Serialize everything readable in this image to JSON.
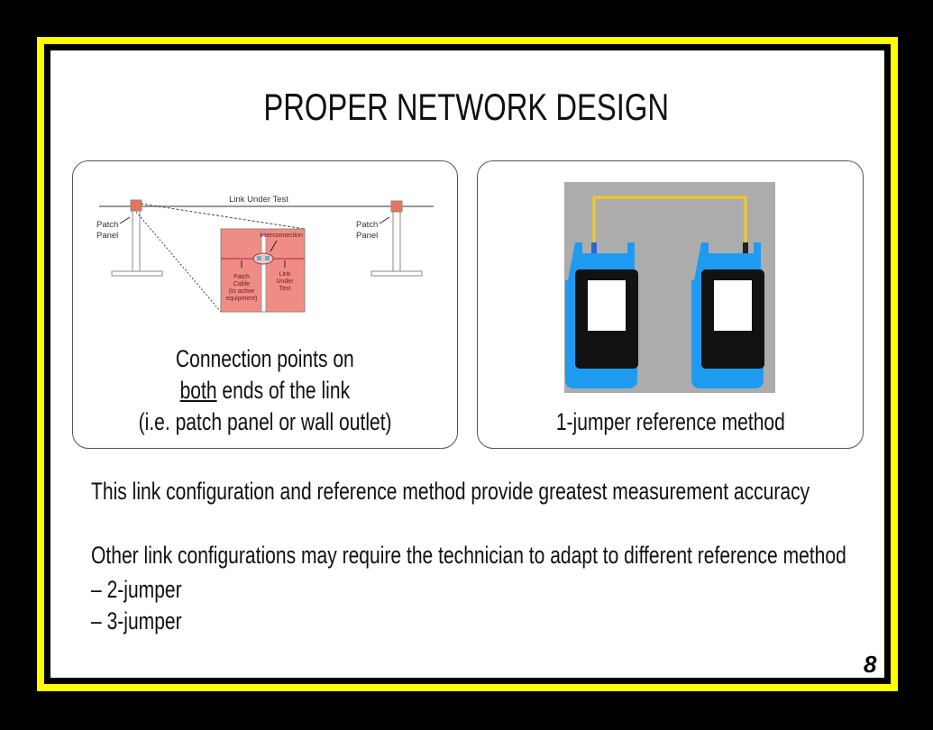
{
  "title": "PROPER NETWORK DESIGN",
  "left_panel": {
    "diagram": {
      "link_label": "Link Under Test",
      "patch_panel_left": [
        "Patch",
        "Panel"
      ],
      "patch_panel_right": [
        "Patch",
        "Panel"
      ],
      "interconnection": "Interconnection",
      "patch_cable": [
        "Patch",
        "Cable",
        "(to active",
        "equipment)"
      ],
      "link_under_test": [
        "Link",
        "Under",
        "Test"
      ]
    },
    "caption_line1": "Connection points on",
    "caption_line2_underlined": "both",
    "caption_line2_rest": " ends of the link",
    "caption_line3": "(i.e. patch panel or wall outlet)"
  },
  "right_panel": {
    "caption": "1-jumper reference method",
    "colors": {
      "device": "#1e9bf0",
      "cable": "#f5cc1a",
      "background": "#acacac"
    }
  },
  "body": {
    "line1": "This link configuration and reference method provide greatest measurement accuracy",
    "line2": "Other link configurations may require the technician to adapt to different reference method",
    "bullet1": "– 2-jumper",
    "bullet2": "– 3-jumper"
  },
  "page_number": "8"
}
